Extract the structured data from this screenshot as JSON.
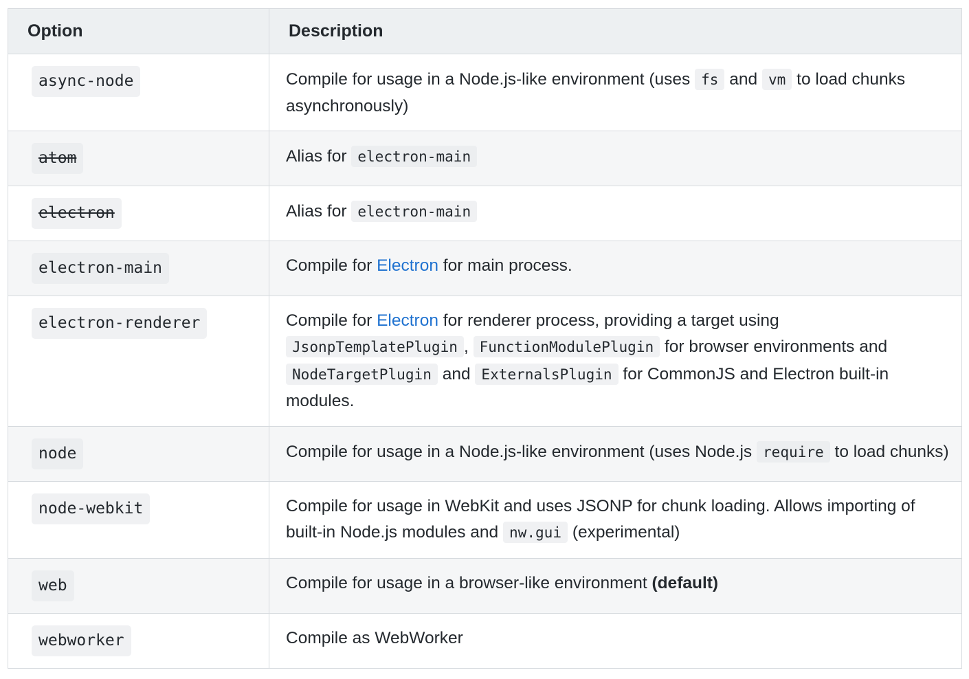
{
  "table": {
    "headers": {
      "option": "Option",
      "description": "Description"
    },
    "colors": {
      "header_bg": "#edf0f2",
      "row_alt_bg": "#f5f6f7",
      "row_bg": "#ffffff",
      "border": "#d6dade",
      "code_bg": "#f0f1f3",
      "text": "#24292e",
      "link": "#1f72d0"
    },
    "rows": [
      {
        "option": "async-node",
        "option_deprecated": false,
        "description_parts": [
          {
            "type": "text",
            "value": "Compile for usage in a Node.js-like environment (uses "
          },
          {
            "type": "code",
            "value": "fs"
          },
          {
            "type": "text",
            "value": " and "
          },
          {
            "type": "code",
            "value": "vm"
          },
          {
            "type": "text",
            "value": " to load chunks asynchronously)"
          }
        ]
      },
      {
        "option": "atom",
        "option_deprecated": true,
        "description_parts": [
          {
            "type": "text",
            "value": "Alias for "
          },
          {
            "type": "code",
            "value": "electron-main"
          }
        ]
      },
      {
        "option": "electron",
        "option_deprecated": true,
        "description_parts": [
          {
            "type": "text",
            "value": "Alias for "
          },
          {
            "type": "code",
            "value": "electron-main"
          }
        ]
      },
      {
        "option": "electron-main",
        "option_deprecated": false,
        "description_parts": [
          {
            "type": "text",
            "value": "Compile for "
          },
          {
            "type": "link",
            "value": "Electron"
          },
          {
            "type": "text",
            "value": " for main process."
          }
        ]
      },
      {
        "option": "electron-renderer",
        "option_deprecated": false,
        "description_parts": [
          {
            "type": "text",
            "value": "Compile for "
          },
          {
            "type": "link",
            "value": "Electron"
          },
          {
            "type": "text",
            "value": " for renderer process, providing a target using "
          },
          {
            "type": "code",
            "value": "JsonpTemplatePlugin"
          },
          {
            "type": "text",
            "value": ", "
          },
          {
            "type": "code",
            "value": "FunctionModulePlugin"
          },
          {
            "type": "text",
            "value": " for browser environments and "
          },
          {
            "type": "code",
            "value": "NodeTargetPlugin"
          },
          {
            "type": "text",
            "value": " and "
          },
          {
            "type": "code",
            "value": "ExternalsPlugin"
          },
          {
            "type": "text",
            "value": " for CommonJS and Electron built-in modules."
          }
        ]
      },
      {
        "option": "node",
        "option_deprecated": false,
        "description_parts": [
          {
            "type": "text",
            "value": "Compile for usage in a Node.js-like environment (uses Node.js "
          },
          {
            "type": "code",
            "value": "require"
          },
          {
            "type": "text",
            "value": " to load chunks)"
          }
        ]
      },
      {
        "option": "node-webkit",
        "option_deprecated": false,
        "description_parts": [
          {
            "type": "text",
            "value": "Compile for usage in WebKit and uses JSONP for chunk loading. Allows importing of built-in Node.js modules and "
          },
          {
            "type": "code-link",
            "value": "nw.gui"
          },
          {
            "type": "text",
            "value": " (experimental)"
          }
        ]
      },
      {
        "option": "web",
        "option_deprecated": false,
        "description_parts": [
          {
            "type": "text",
            "value": "Compile for usage in a browser-like environment "
          },
          {
            "type": "bold",
            "value": "(default)"
          }
        ]
      },
      {
        "option": "webworker",
        "option_deprecated": false,
        "description_parts": [
          {
            "type": "text",
            "value": "Compile as WebWorker"
          }
        ]
      }
    ]
  }
}
